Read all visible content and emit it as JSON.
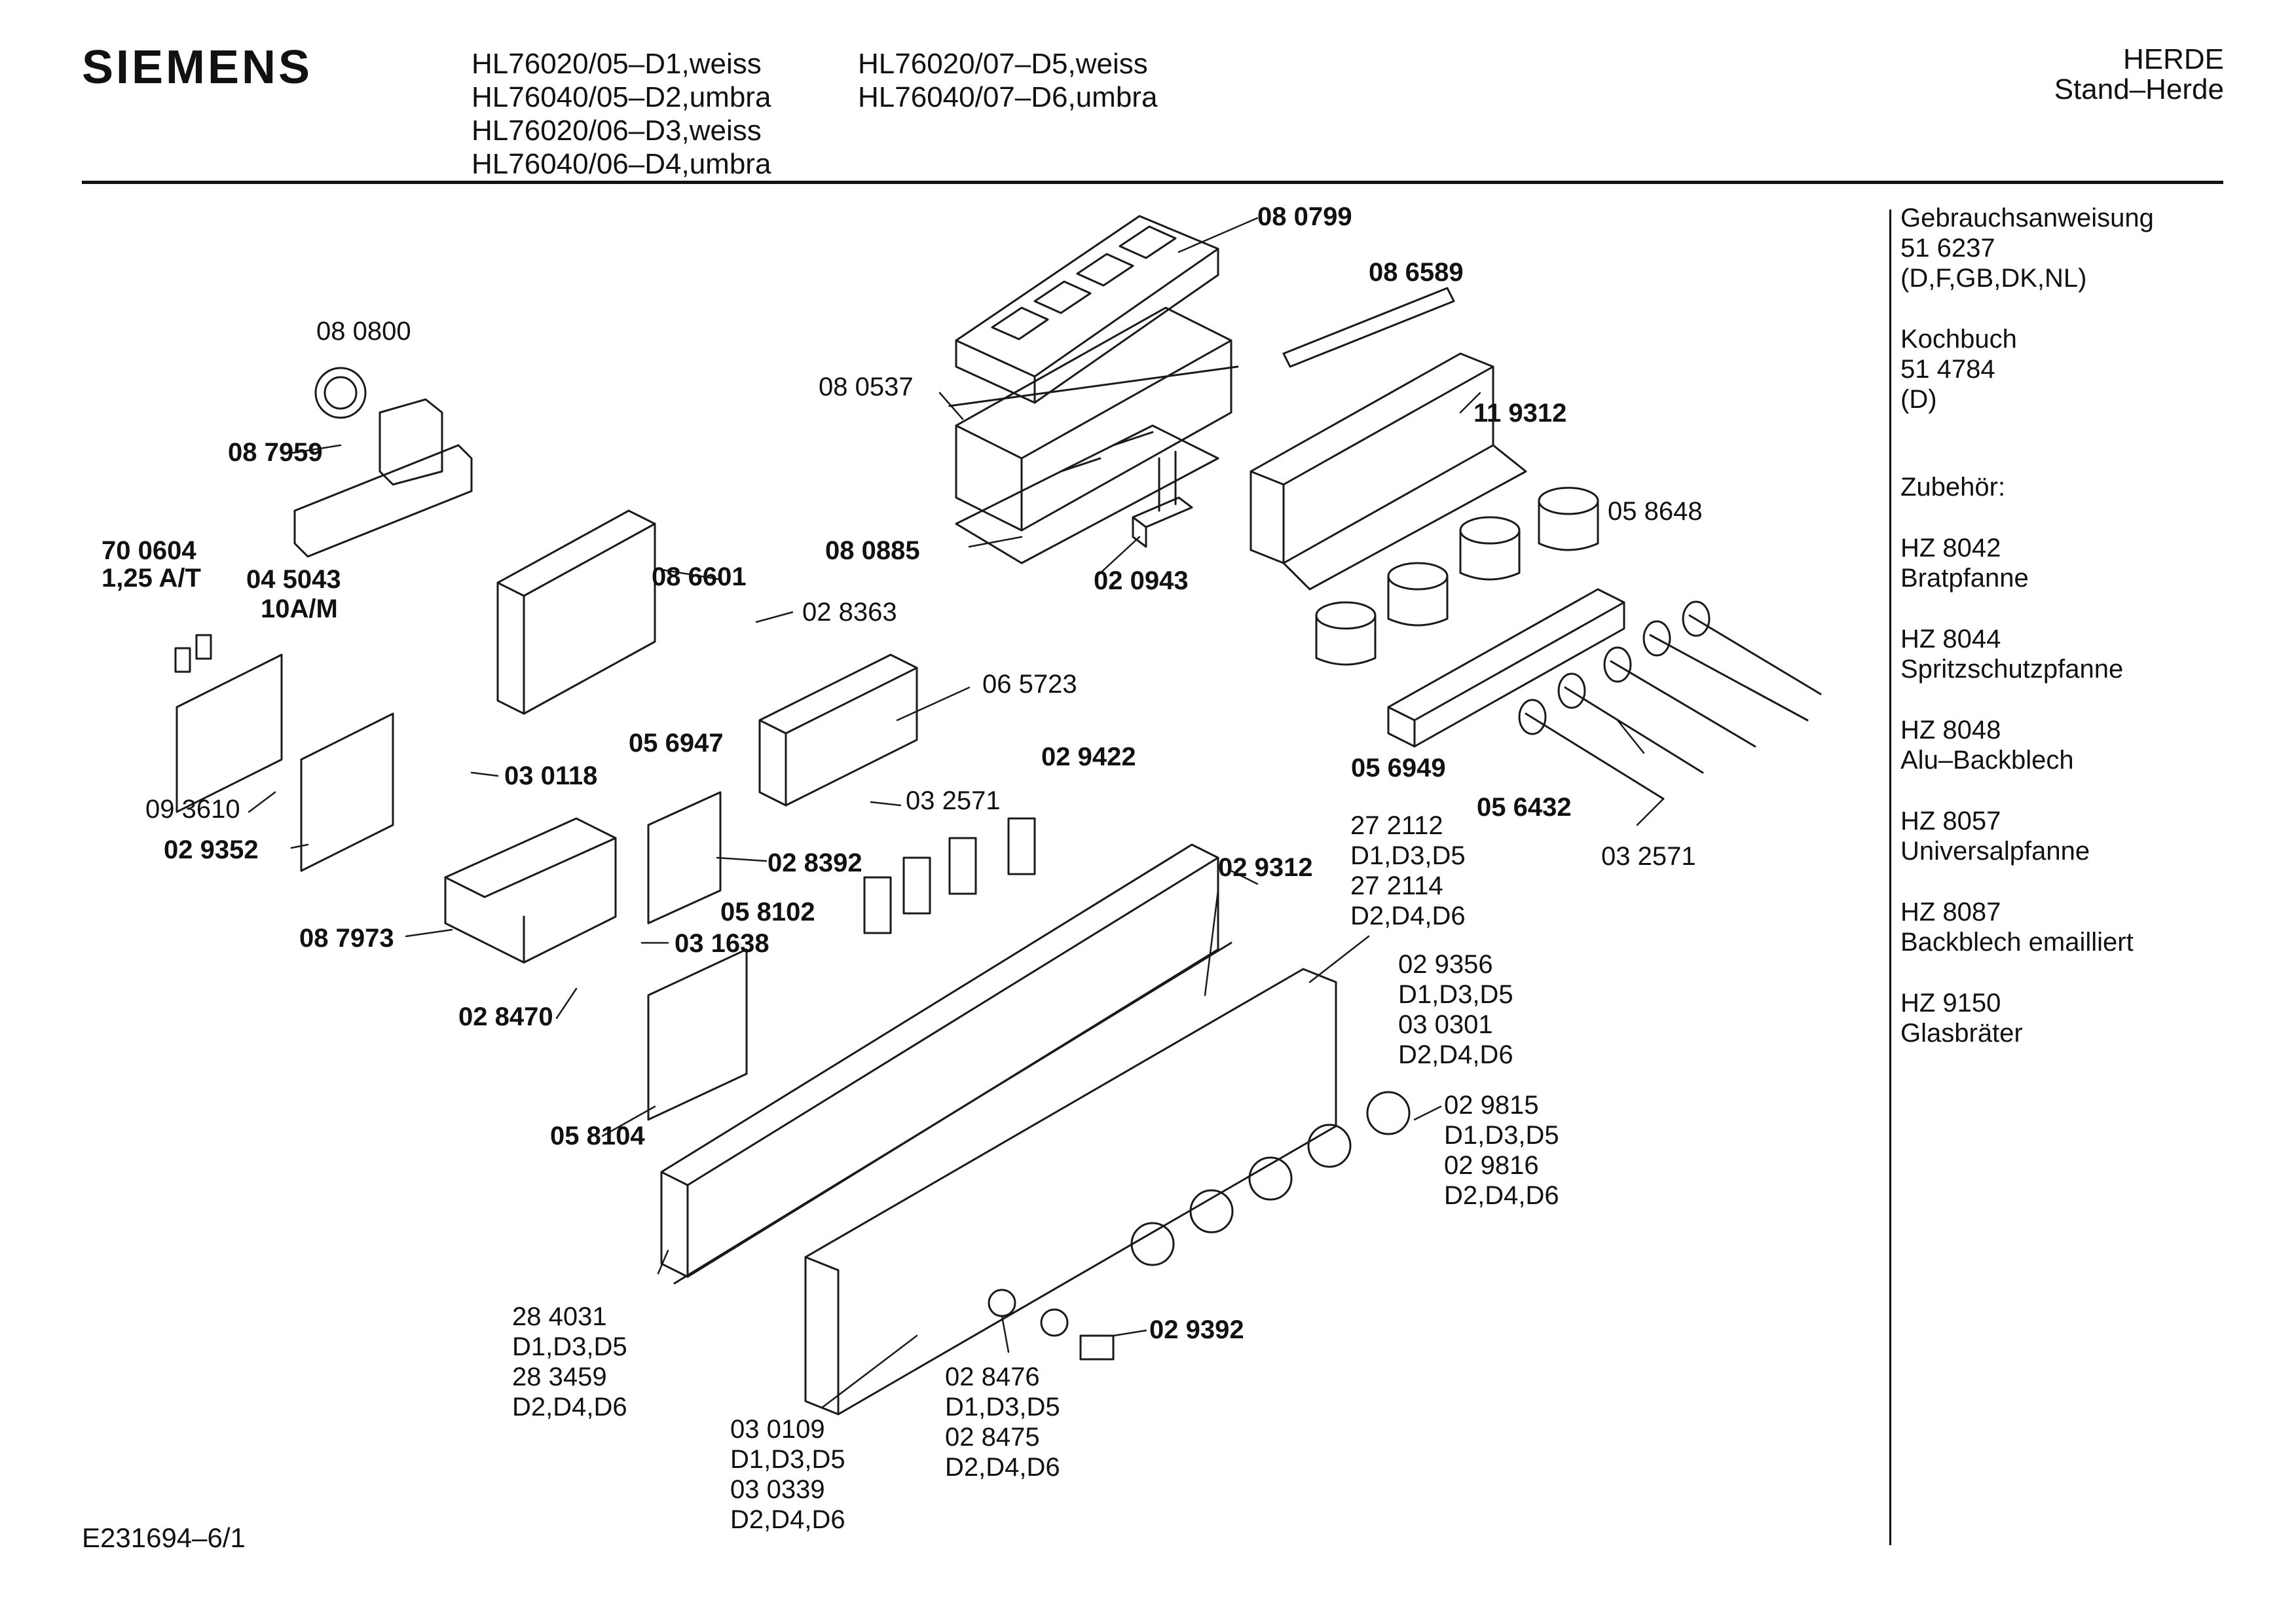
{
  "header": {
    "brand": "SIEMENS",
    "models_col1": [
      "HL76020/05–D1,weiss",
      "HL76040/05–D2,umbra",
      "HL76020/06–D3,weiss",
      "HL76040/06–D4,umbra"
    ],
    "models_col2": [
      "HL76020/07–D5,weiss",
      "HL76040/07–D6,umbra"
    ],
    "category": "HERDE",
    "subcategory": "Stand–Herde"
  },
  "sidebar": {
    "manual": {
      "title": "Gebrauchsanweisung",
      "number": "51 6237",
      "langs": "(D,F,GB,DK,NL)"
    },
    "cookbook": {
      "title": "Kochbuch",
      "number": "51 4784",
      "langs": "(D)"
    },
    "accessories_heading": "Zubehör:",
    "accessories": [
      {
        "code": "HZ 8042",
        "name": "Bratpfanne"
      },
      {
        "code": "HZ 8044",
        "name": "Spritzschutzpfanne"
      },
      {
        "code": "HZ 8048",
        "name": "Alu–Backblech"
      },
      {
        "code": "HZ 8057",
        "name": "Universalpfanne"
      },
      {
        "code": "HZ 8087",
        "name": "Backblech emailliert"
      },
      {
        "code": "HZ 9150",
        "name": "Glasbräter"
      }
    ]
  },
  "parts": {
    "p080799": "08 0799",
    "p086589": "08 6589",
    "p080800": "08 0800",
    "p080537": "08 0537",
    "p119312": "11 9312",
    "p087959": "08 7959",
    "p700604": "70 0604",
    "p700604_rating": "1,25 A/T",
    "p045043": "04 5043",
    "p045043_rating": "10A/M",
    "p058648": "05 8648",
    "p080885": "08 0885",
    "p020943": "02 0943",
    "p086601": "08 6601",
    "p028363": "02 8363",
    "p065723": "06 5723",
    "p056947": "05 6947",
    "p056949": "05 6949",
    "p029422": "02 9422",
    "p093610": "09 3610",
    "p030118": "03 0118",
    "p032571a": "03 2571",
    "p056432": "05 6432",
    "p032571b": "03 2571",
    "p029352": "02 9352",
    "p028392": "02 8392",
    "p272112": [
      "27 2112",
      "D1,D3,D5",
      "27 2114",
      "D2,D4,D6"
    ],
    "p029312": "02 9312",
    "p058102": "05 8102",
    "p087973": "08 7973",
    "p031638": "03 1638",
    "p029356": [
      "02 9356",
      "D1,D3,D5",
      "03 0301",
      "D2,D4,D6"
    ],
    "p028470": "02 8470",
    "p029815": [
      "02 9815",
      "D1,D3,D5",
      "02 9816",
      "D2,D4,D6"
    ],
    "p058104": "05 8104",
    "p284031": [
      "28 4031",
      "D1,D3,D5",
      "28 3459",
      "D2,D4,D6"
    ],
    "p029392": "02 9392",
    "p028476": [
      "02 8476",
      "D1,D3,D5",
      "02 8475",
      "D2,D4,D6"
    ],
    "p030109": [
      "03 0109",
      "D1,D3,D5",
      "03 0339",
      "D2,D4,D6"
    ]
  },
  "footer": {
    "drawing_id": "E231694–6/1"
  }
}
